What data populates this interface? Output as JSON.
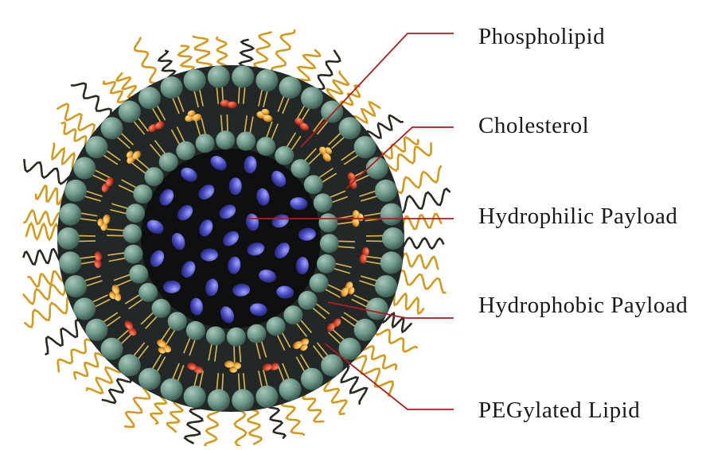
{
  "labels": {
    "phospholipid": "Phospholipid",
    "cholesterol": "Cholesterol",
    "hydrophilic_payload": "Hydrophilic Payload",
    "hydrophobic_payload": "Hydrophobic Payload",
    "pegylated_lipid": "PEGylated Lipid"
  },
  "colors": {
    "leader_line": "#b01d1d",
    "lipid_head": "#6f9a8a",
    "lipid_tail": "#e0b84a",
    "cholesterol": "#d2432a",
    "hydrophobic_payload": "#f2a93b",
    "hydrophilic_payload": "#4b4ec4",
    "peg_chain": "#d49a1c",
    "core": "#0e0f0f",
    "bilayer_fill": "#202525"
  },
  "icons": {
    "liposome": "liposome-illustration"
  }
}
